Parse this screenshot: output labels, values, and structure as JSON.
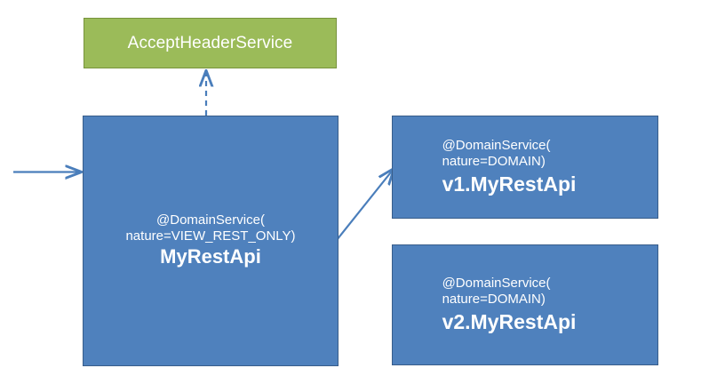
{
  "diagram": {
    "title": "AcceptHeaderService routing diagram",
    "background": "#ffffff",
    "colors": {
      "green_fill": "#9BBB59",
      "green_border": "#77933C",
      "blue_fill": "#4F81BD",
      "blue_border": "#385D8A",
      "arrow": "#4A7EBB",
      "text": "#FFFFFF"
    },
    "nodes": {
      "accept_header_service": {
        "label": "AcceptHeaderService",
        "shape": "rectangle",
        "fill": "#9BBB59"
      },
      "my_rest_api": {
        "annotation_line1": "@DomainService(",
        "annotation_line2": "nature=VIEW_REST_ONLY)",
        "class_name": "MyRestApi",
        "shape": "rectangle",
        "fill": "#4F81BD"
      },
      "v1_my_rest_api": {
        "annotation_line1": "@DomainService(",
        "annotation_line2": "nature=DOMAIN)",
        "class_name": "v1.MyRestApi",
        "shape": "rectangle",
        "fill": "#4F81BD"
      },
      "v2_my_rest_api": {
        "annotation_line1": "@DomainService(",
        "annotation_line2": "nature=DOMAIN)",
        "class_name": "v2.MyRestApi",
        "shape": "rectangle",
        "fill": "#4F81BD"
      }
    },
    "edges": [
      {
        "name": "incoming-request-arrow",
        "style": "solid",
        "from": "external",
        "to": "my_rest_api",
        "label": ""
      },
      {
        "name": "uses-accept-header-service-arrow",
        "style": "dashed",
        "from": "my_rest_api",
        "to": "accept_header_service",
        "label": ""
      },
      {
        "name": "delegates-to-v1-arrow",
        "style": "solid",
        "from": "my_rest_api",
        "to": "v1_my_rest_api",
        "label": ""
      }
    ]
  }
}
